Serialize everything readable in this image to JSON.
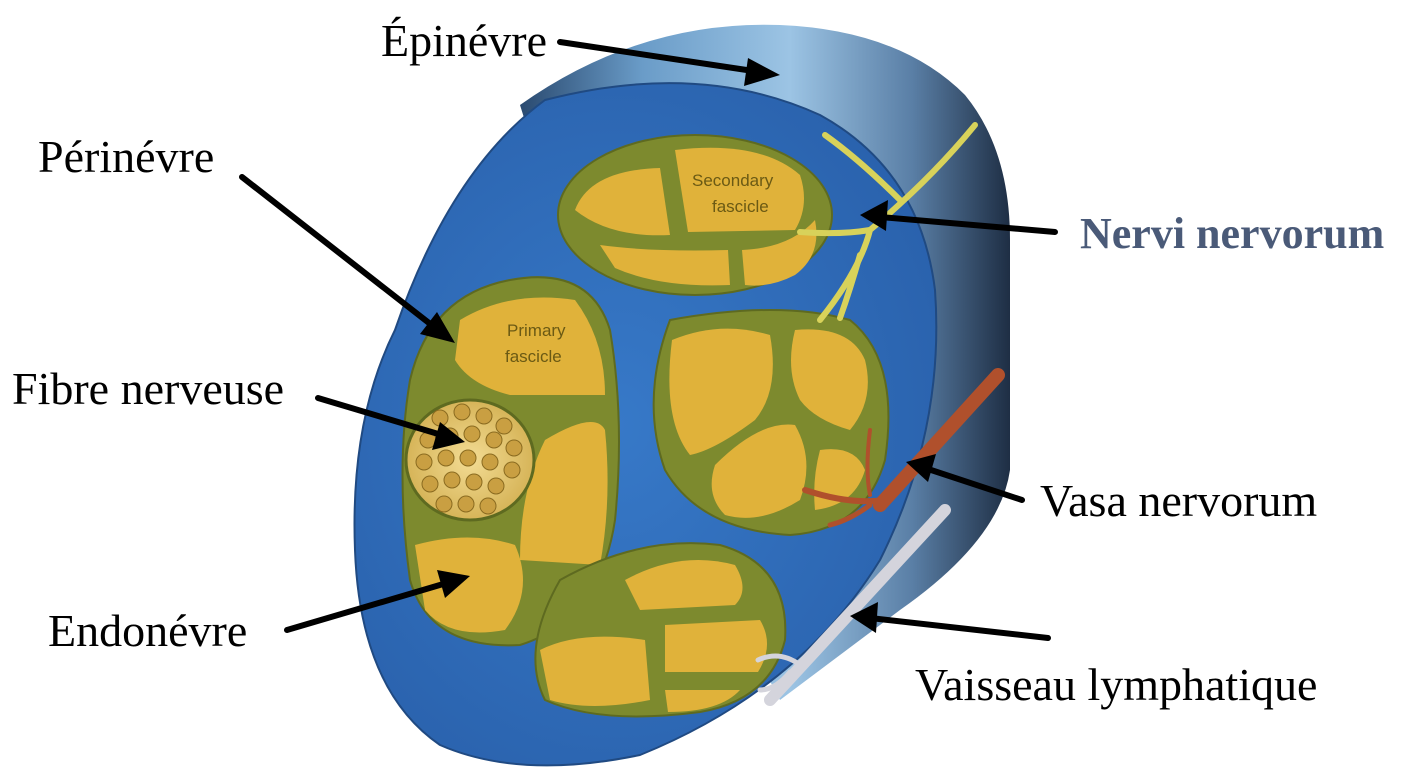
{
  "labels": {
    "epinevre": "Épinévre",
    "perinevre": "Périnévre",
    "fibre": "Fibre nerveuse",
    "endonevre": "Endonévre",
    "nervi": "Nervi nervorum",
    "vasa": "Vasa nervorum",
    "lymph": "Vaisseau lymphatique"
  },
  "inner_labels": {
    "secondary_1": "Secondary",
    "secondary_2": "fascicle",
    "primary_1": "Primary",
    "primary_2": "fascicle"
  },
  "colors": {
    "accent_label": "#4a5a78",
    "epineurium_outer": "#6a9cc8",
    "cross_section": "#2f6fc0",
    "perineurium": "#7d8a2e",
    "endoneurium": "#e0b23a",
    "nerve_yellow": "#d8d25a",
    "vessel_red": "#b0502c",
    "lymph_gray": "#d4d4dc"
  }
}
